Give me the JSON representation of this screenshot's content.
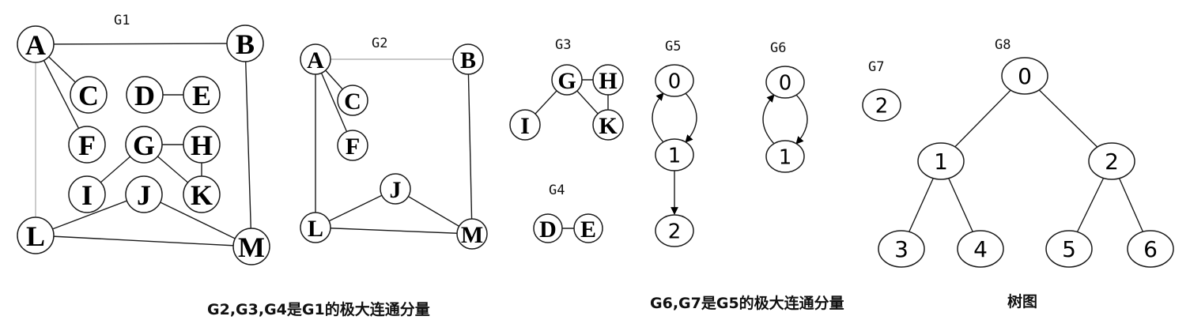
{
  "titles": {
    "g1": "G1",
    "g2": "G2",
    "g3": "G3",
    "g4": "G4",
    "g5": "G5",
    "g6": "G6",
    "g7": "G7",
    "g8": "G8"
  },
  "captions": {
    "left": "G2,G3,G4是G1的极大连通分量",
    "middle": "G6,G7是G5的极大连通分量",
    "right": "树图"
  },
  "graphs": {
    "g1": {
      "nodes": [
        "A",
        "B",
        "C",
        "D",
        "E",
        "F",
        "G",
        "H",
        "I",
        "J",
        "K",
        "L",
        "M"
      ],
      "edges": [
        [
          "A",
          "B"
        ],
        [
          "A",
          "C"
        ],
        [
          "A",
          "F"
        ],
        [
          "A",
          "L"
        ],
        [
          "B",
          "M"
        ],
        [
          "D",
          "E"
        ],
        [
          "G",
          "H"
        ],
        [
          "G",
          "I"
        ],
        [
          "G",
          "K"
        ],
        [
          "H",
          "K"
        ],
        [
          "J",
          "L"
        ],
        [
          "J",
          "M"
        ],
        [
          "L",
          "M"
        ]
      ]
    },
    "g2": {
      "nodes": [
        "A",
        "B",
        "C",
        "F",
        "J",
        "L",
        "M"
      ],
      "edges": [
        [
          "A",
          "B"
        ],
        [
          "A",
          "C"
        ],
        [
          "A",
          "F"
        ],
        [
          "A",
          "L"
        ],
        [
          "B",
          "M"
        ],
        [
          "J",
          "L"
        ],
        [
          "J",
          "M"
        ],
        [
          "L",
          "M"
        ]
      ]
    },
    "g3": {
      "nodes": [
        "G",
        "H",
        "I",
        "K"
      ],
      "edges": [
        [
          "G",
          "H"
        ],
        [
          "G",
          "I"
        ],
        [
          "G",
          "K"
        ],
        [
          "H",
          "K"
        ]
      ]
    },
    "g4": {
      "nodes": [
        "D",
        "E"
      ],
      "edges": [
        [
          "D",
          "E"
        ]
      ]
    },
    "g5": {
      "nodes": [
        "0",
        "1",
        "2"
      ],
      "arcs": [
        [
          "0",
          "1"
        ],
        [
          "1",
          "0"
        ],
        [
          "1",
          "2"
        ]
      ],
      "directed": true
    },
    "g6": {
      "nodes": [
        "0",
        "1"
      ],
      "arcs": [
        [
          "0",
          "1"
        ],
        [
          "1",
          "0"
        ]
      ],
      "directed": true
    },
    "g7": {
      "nodes": [
        "2"
      ],
      "arcs": []
    },
    "g8": {
      "nodes": [
        "0",
        "1",
        "2",
        "3",
        "4",
        "5",
        "6"
      ],
      "edges": [
        [
          "0",
          "1"
        ],
        [
          "0",
          "2"
        ],
        [
          "1",
          "3"
        ],
        [
          "1",
          "4"
        ],
        [
          "2",
          "5"
        ],
        [
          "2",
          "6"
        ]
      ]
    }
  }
}
